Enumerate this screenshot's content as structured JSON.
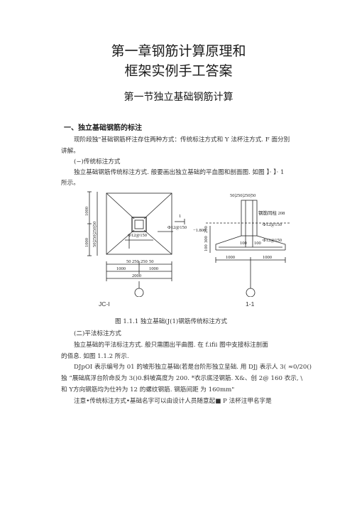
{
  "doc": {
    "title_line1": "第一章钢筋计算原理和",
    "title_line2": "框架实例手工答案",
    "section_title": "第一节独立基础钢筋计算",
    "heading1": "一、独立基础钢筋的标注",
    "para1_line1": "现阶段独\"甚础钢筋杯注存住两种方式：传统标注方式和  Y  法杯注方式. F  面分別",
    "para1_line2": "讲解。",
    "sub1": "(−)传统标注方式",
    "para2_line1": "独立基础钢筋传统标注方式. 般要画出独立基础的平血图和剖面图. 如图 】· 】· 1",
    "para2_line2": "所示。",
    "figure_label_left": "JC-I",
    "figure_label_right": "1-1",
    "figure_caption": "图 1.1.1 独立基础(J(1)钢筋传统标注方式",
    "sub2": "(二)平法标注方式",
    "para3_line1": "独立基础的平法标注方式.       般只需圃出平曲图. 在 f.ifii 图中支接标注剖面",
    "para3_line2": "的佰息. 如图 1.1.2 所示.",
    "para4_line1": "DJpOI 表示编号为 01 的坡形独立基础(若是台阶形独立呈础. 用 DJj 表示人 3( ≈0/20()",
    "para4_line2": "独 “展础底浮台阶命反为 3()0.斜坡高度为 200. *衣示底泾钢筋.   X&、创 2@  160 衣示, \\",
    "para4_line3": "和 Y方向钢筋均为仕衿为 12 的螺纹钢筋. 钢筋间距  为   160mm\"",
    "para5": "注意•传统标注方式•基础名字可以由设计人员随意起■  P 法杯注甲名字是"
  },
  "figure": {
    "plan": {
      "annot_top": "1",
      "annot_rebar_right": "Φ12@150",
      "annot_rebar_center": "Φ12@150",
      "dim_bottom_inner": [
        "50",
        "250",
        "250",
        "50"
      ],
      "dim_bottom_1000a": "1000",
      "dim_bottom_1000b": "1000",
      "dim_bottom_total": "2000",
      "dim_left_1000a": "1000",
      "dim_left_1000b": "1000",
      "dim_left_inner": "50|250|250|50"
    },
    "section": {
      "dim_top": "50|250|250|50",
      "label_column": "钢筋同柱 208",
      "annot_rebar_1": "Φ12@150",
      "annot_rebar_2": "Φ12@150",
      "elev": "−1.800",
      "dim_left": [
        "200",
        "300",
        "100"
      ],
      "dim_bottom_100a": "100",
      "dim_bottom_100b": "100",
      "dim_bottom_1000a": "1000",
      "dim_bottom_1000b": "1000"
    }
  }
}
